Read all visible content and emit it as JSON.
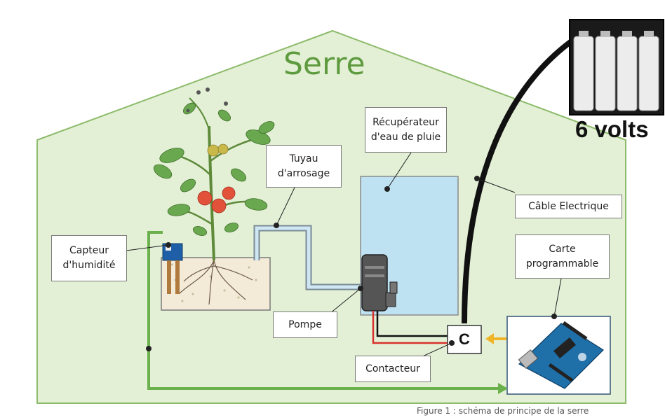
{
  "title": "Serre",
  "battery_label": "6 volts",
  "labels": {
    "rain_collector": [
      "Récupérateur",
      "d'eau de pluie"
    ],
    "hose": [
      "Tuyau",
      "d'arrosage"
    ],
    "cable": "Câble Electrique",
    "board": [
      "Carte",
      "programmable"
    ],
    "sensor": [
      "Capteur",
      "d'humidité"
    ],
    "pump": "Pompe",
    "contactor": "Contacteur"
  },
  "contactor_letter": "C",
  "caption": "Figure 1 : schéma de principe de la serre",
  "colors": {
    "greenhouse_fill": "#e3f0d6",
    "greenhouse_stroke": "#8dbb6a",
    "title": "#5e9a3e",
    "tank_fill": "#bfe2f3",
    "signal_arrow": "#6ab04c",
    "command_arrow": "#f0b429",
    "cable": "#111111",
    "wire_red": "#d9302c"
  }
}
